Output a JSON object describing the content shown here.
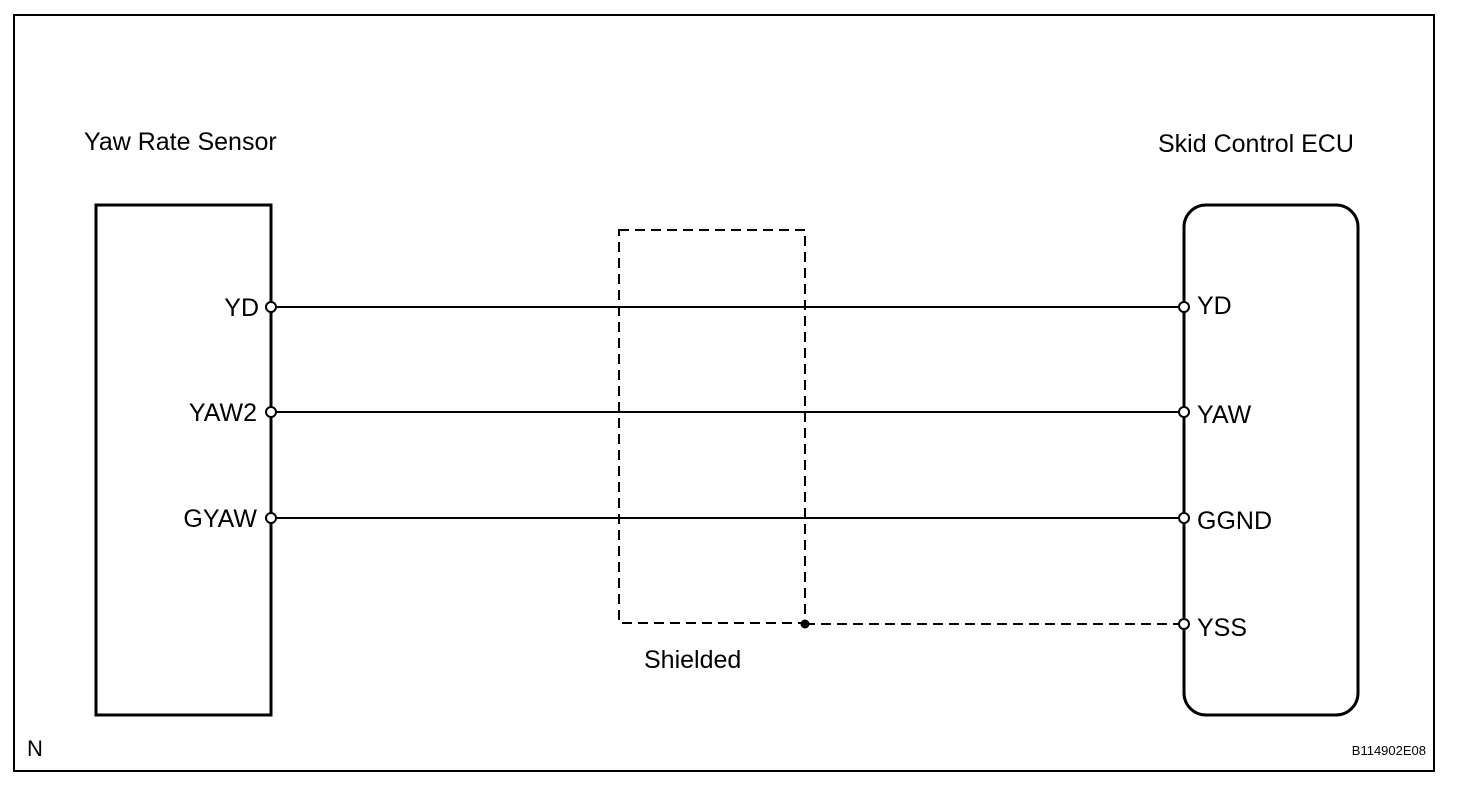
{
  "colors": {
    "line": "#000000",
    "background": "#ffffff"
  },
  "left_component": {
    "title": "Yaw Rate Sensor",
    "pins": [
      "YD",
      "YAW2",
      "GYAW"
    ]
  },
  "right_component": {
    "title": "Skid Control ECU",
    "pins": [
      "YD",
      "YAW",
      "GGND",
      "YSS"
    ]
  },
  "shield": {
    "label": "Shielded"
  },
  "corner_mark": "N",
  "figure_code": "B114902E08"
}
